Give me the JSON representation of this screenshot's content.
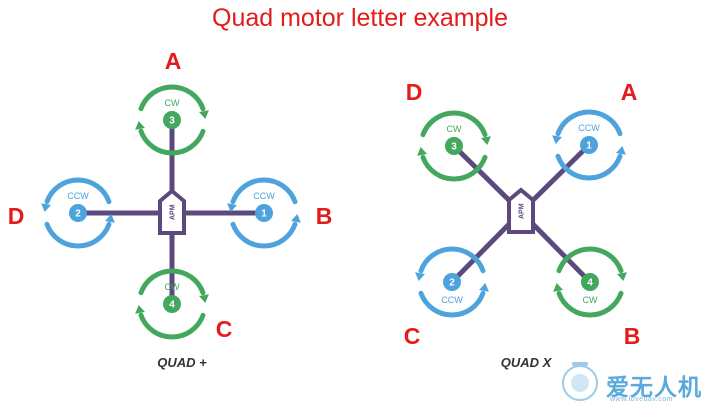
{
  "title": "Quad motor letter example",
  "colors": {
    "arm": "#5c4a7f",
    "cw": "#43a85e",
    "ccw": "#4ea3dc",
    "letter": "#e31b1b"
  },
  "diagrams": [
    {
      "name": "QUAD +",
      "controller": "APM",
      "motors": [
        {
          "number": "3",
          "direction": "CW",
          "letter": "A"
        },
        {
          "number": "1",
          "direction": "CCW",
          "letter": "B"
        },
        {
          "number": "4",
          "direction": "CW",
          "letter": "C"
        },
        {
          "number": "2",
          "direction": "CCW",
          "letter": "D"
        }
      ]
    },
    {
      "name": "QUAD X",
      "controller": "APM",
      "motors": [
        {
          "number": "1",
          "direction": "CCW",
          "letter": "A"
        },
        {
          "number": "4",
          "direction": "CW",
          "letter": "B"
        },
        {
          "number": "2",
          "direction": "CCW",
          "letter": "C"
        },
        {
          "number": "3",
          "direction": "CW",
          "letter": "D"
        }
      ]
    }
  ],
  "watermark": {
    "text": "爱无人机",
    "url": "www.loveuav.com",
    "icon": "drone-logo-icon"
  }
}
